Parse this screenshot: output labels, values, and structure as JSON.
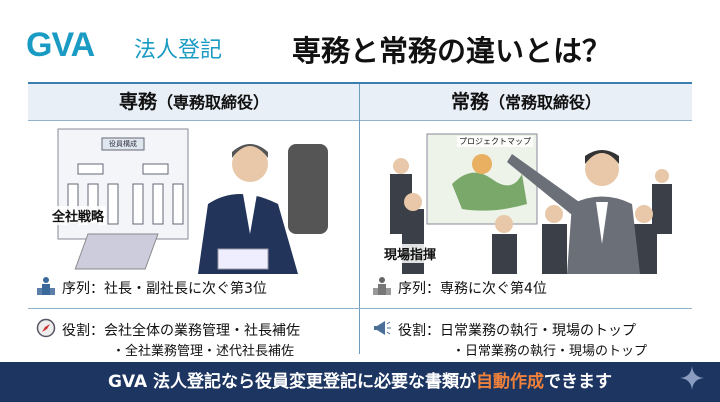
{
  "brand": {
    "logo": "GVA",
    "logo_sub": "法人登記"
  },
  "title": "専務と常務の違いとは？",
  "columns": [
    {
      "heading": "専務",
      "heading_sub": "（専務取締役）",
      "illustration_label": "全社戦略",
      "chart_label": "役員構成",
      "rank": "序列：社長・副社長に次ぐ第3位",
      "role": "役割：会社全体の業務管理・社長補佐",
      "role_extra": "・全社業務管理・述代社長補佐",
      "rank_icon": "podium-icon",
      "role_icon": "compass-icon"
    },
    {
      "heading": "常務",
      "heading_sub": "（常務取締役）",
      "illustration_label": "現場指揮",
      "map_label": "プロジェクトマップ",
      "rank": "序列：専務に次ぐ第4位",
      "role": "役割：日常業務の執行・現場のトップ",
      "role_extra": "・日常業務の執行・現場のトップ",
      "rank_icon": "podium-icon",
      "role_icon": "megaphone-icon"
    }
  ],
  "footer": {
    "before": "GVA 法人登記なら役員変更登記に必要な書類が",
    "highlight": "自動作成",
    "after": "できます"
  },
  "colors": {
    "brand_teal": "#1a9bc4",
    "brand_navy": "#1d3f78",
    "footer_bg": "#1c3561",
    "highlight": "#f0813a"
  }
}
